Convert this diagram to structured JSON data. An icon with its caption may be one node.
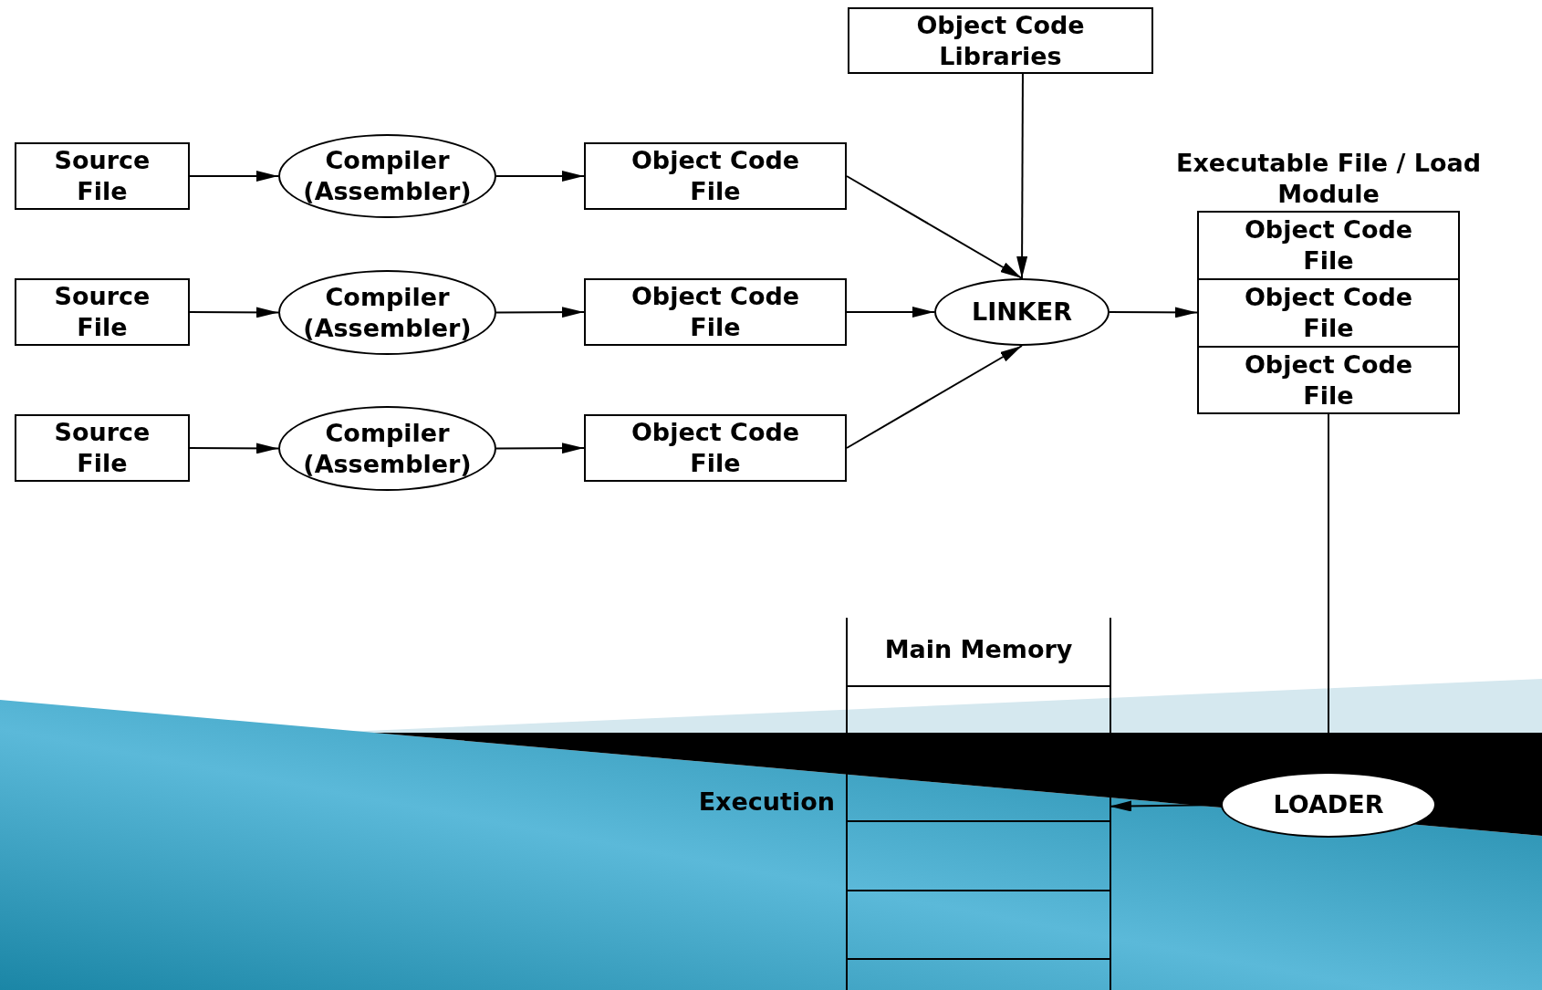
{
  "diagram": {
    "nodes": [
      {
        "text": [
          "Object Code Libraries"
        ]
      },
      {
        "text": [
          "Source File"
        ]
      },
      {
        "text": [
          "Compiler (Assembler)"
        ]
      },
      {
        "text": [
          "Object Code File"
        ]
      },
      {
        "text": [
          "Source File"
        ]
      },
      {
        "text": [
          "Compiler (Assembler)"
        ]
      },
      {
        "text": [
          "Object Code File"
        ]
      },
      {
        "text": [
          "Source File"
        ]
      },
      {
        "text": [
          "Compiler (Assembler)"
        ]
      },
      {
        "text": [
          "Object Code File"
        ]
      },
      {
        "text": [
          "LINKER"
        ]
      },
      {
        "text": [
          "Executable File / Load Module"
        ]
      },
      {
        "text": [
          "Object Code File"
        ],
        "in": 11
      },
      {
        "text": [
          "Object Code File"
        ],
        "in": 11
      },
      {
        "text": [
          "Object Code File"
        ],
        "in": 11
      },
      {
        "text": [
          "Main Memory"
        ]
      },
      {
        "text": [],
        "shape": "box",
        "in": 15,
        "beside": [
          "Execution"
        ]
      },
      {
        "text": [
          "LOADER"
        ]
      }
    ],
    "edges": [
      {
        "from": 1,
        "to": 2,
        "arrow": "to"
      },
      {
        "from": 2,
        "to": 3,
        "arrow": "to"
      },
      {
        "from": 4,
        "to": 5,
        "arrow": "to"
      },
      {
        "from": 5,
        "to": 6,
        "arrow": "to"
      },
      {
        "from": 7,
        "to": 8,
        "arrow": "to"
      },
      {
        "from": 8,
        "to": 9,
        "arrow": "to"
      },
      {
        "from": 3,
        "to": 10,
        "arrow": "to"
      },
      {
        "from": 6,
        "to": 10,
        "arrow": "to"
      },
      {
        "from": 9,
        "to": 10,
        "arrow": "to"
      },
      {
        "from": 0,
        "to": 10,
        "arrow": "to"
      },
      {
        "from": 10,
        "to": 11,
        "arrow": "to"
      },
      {
        "from": 11,
        "to": 17,
        "arrow": "none"
      },
      {
        "from": 17,
        "to": 16,
        "arrow": "to"
      }
    ]
  }
}
